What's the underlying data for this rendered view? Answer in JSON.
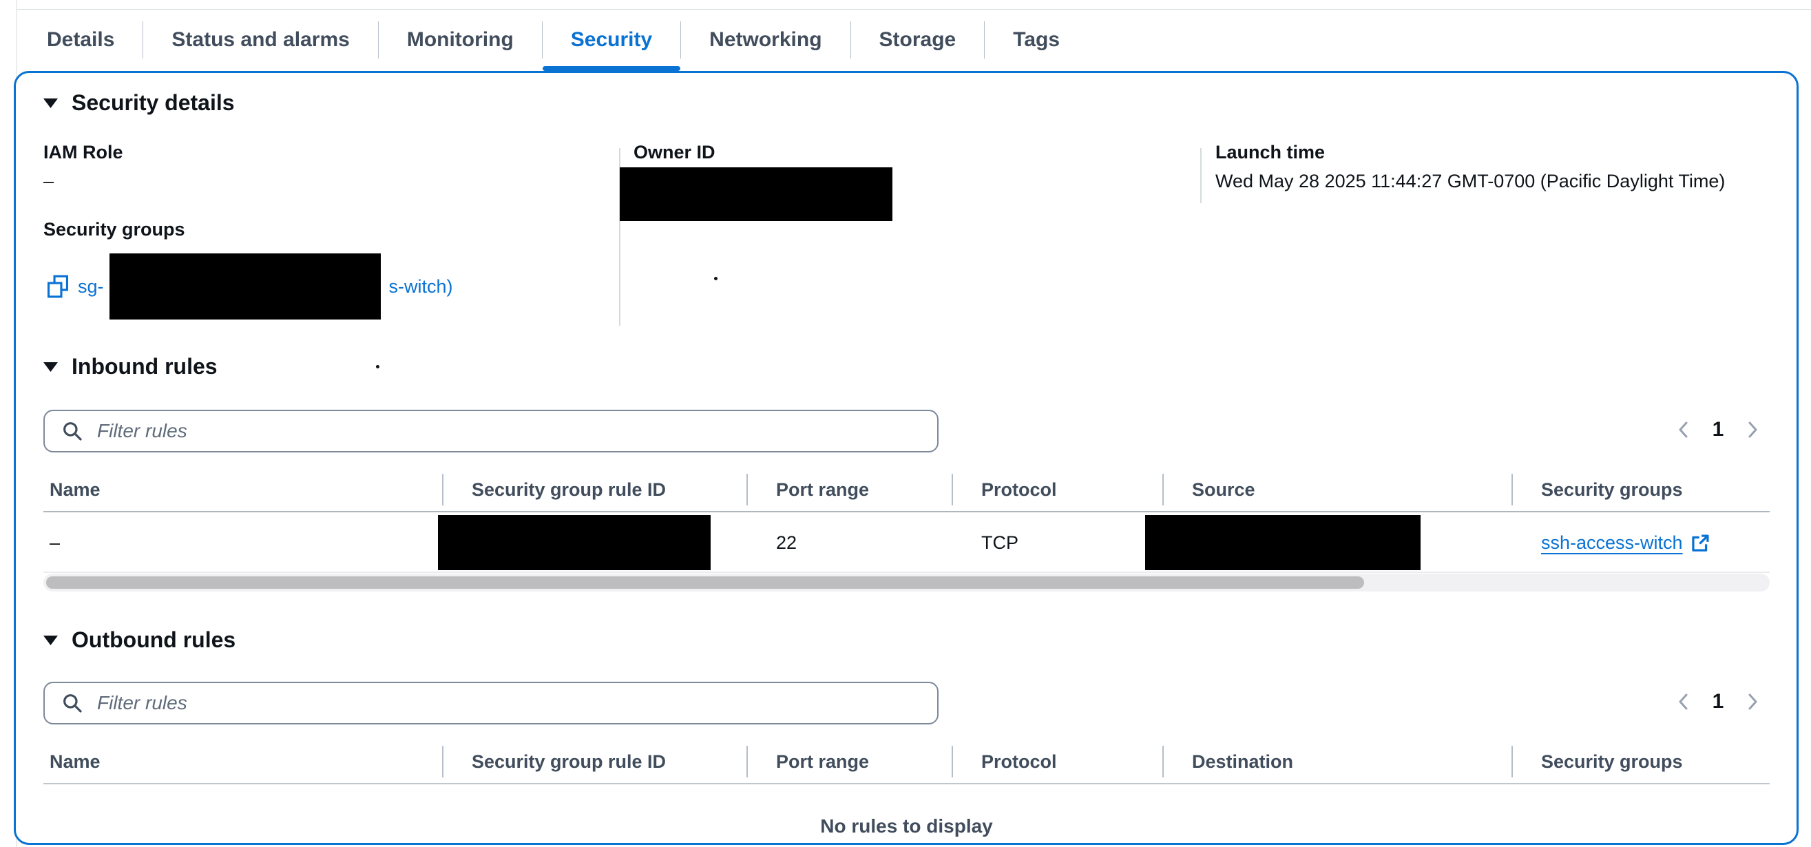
{
  "tabs": {
    "items": [
      {
        "label": "Details"
      },
      {
        "label": "Status and alarms"
      },
      {
        "label": "Monitoring"
      },
      {
        "label": "Security"
      },
      {
        "label": "Networking"
      },
      {
        "label": "Storage"
      },
      {
        "label": "Tags"
      }
    ],
    "active": "Security"
  },
  "security_details": {
    "title": "Security details",
    "iam_role": {
      "label": "IAM Role",
      "value": "–"
    },
    "owner_id": {
      "label": "Owner ID"
    },
    "launch_time": {
      "label": "Launch time",
      "value": "Wed May 28 2025 11:44:27 GMT-0700 (Pacific Daylight Time)"
    },
    "security_groups": {
      "label": "Security groups",
      "link_prefix": "sg-",
      "link_suffix": "s-witch)"
    }
  },
  "inbound_rules": {
    "title": "Inbound rules",
    "filter_placeholder": "Filter rules",
    "pagination": {
      "page": "1"
    },
    "columns": [
      "Name",
      "Security group rule ID",
      "Port range",
      "Protocol",
      "Source",
      "Security groups"
    ],
    "row": {
      "name": "–",
      "port_range": "22",
      "protocol": "TCP",
      "security_group_link": "ssh-access-witch"
    }
  },
  "outbound_rules": {
    "title": "Outbound rules",
    "filter_placeholder": "Filter rules",
    "pagination": {
      "page": "1"
    },
    "columns": [
      "Name",
      "Security group rule ID",
      "Port range",
      "Protocol",
      "Destination",
      "Security groups"
    ],
    "empty_message": "No rules to display"
  },
  "colors": {
    "accent": "#0972d3",
    "tab_text": "#414d5c",
    "redaction": "#000000"
  }
}
